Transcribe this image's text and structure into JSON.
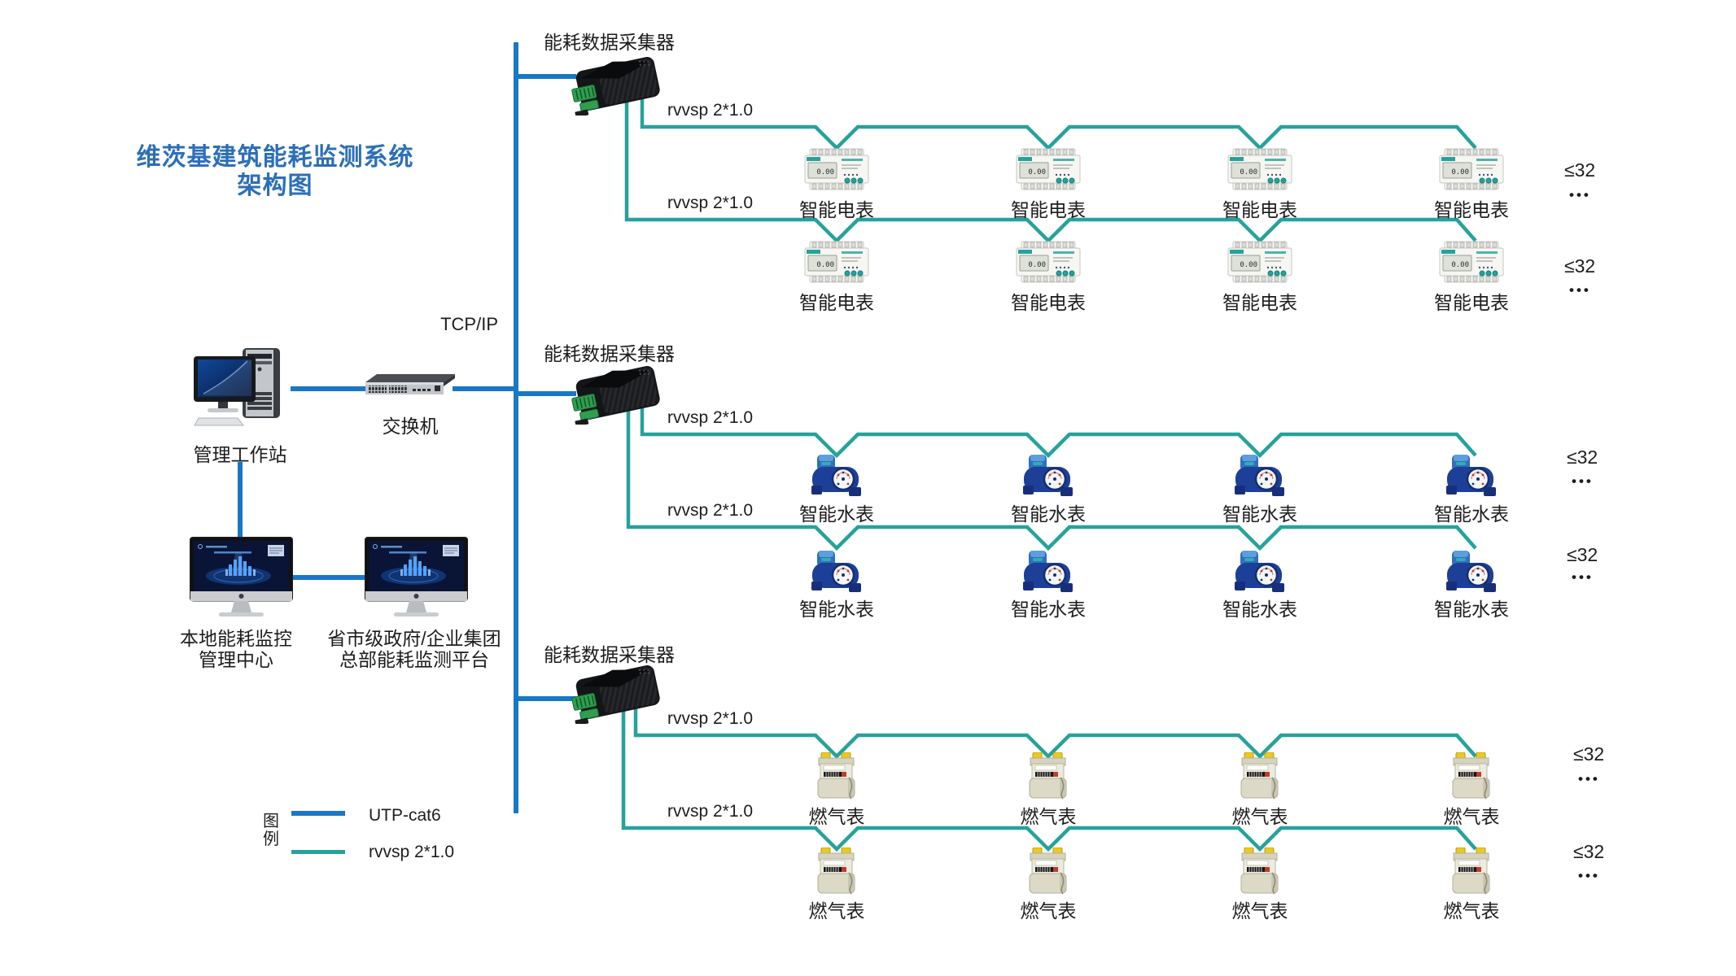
{
  "title": {
    "line1": "维茨基建筑能耗监测系统",
    "line2": "架构图"
  },
  "network": {
    "protocol_label": "TCP/IP"
  },
  "nodes": {
    "workstation": {
      "label": "管理工作站"
    },
    "switch": {
      "label": "交换机"
    },
    "local_center": {
      "line1": "本地能耗监控",
      "line2": "管理中心"
    },
    "hq_platform": {
      "line1": "省市级政府/企业集团",
      "line2": "总部能耗监测平台"
    }
  },
  "collector": {
    "label": "能耗数据采集器"
  },
  "bus": {
    "cable_label": "rvvsp 2*1.0"
  },
  "meter_display_value": "0.00",
  "groups": [
    {
      "id": "electric-meters",
      "collector_label": "能耗数据采集器",
      "cable_label": "rvvsp 2*1.0",
      "meter_label": "智能电表",
      "meter_type": "electric",
      "visible_meters_per_row": 4,
      "rows": [
        {
          "capacity_label": "≤32",
          "more_indicator": "•••"
        },
        {
          "capacity_label": "≤32",
          "more_indicator": "•••"
        }
      ]
    },
    {
      "id": "water-meters",
      "collector_label": "能耗数据采集器",
      "cable_label": "rvvsp 2*1.0",
      "meter_label": "智能水表",
      "meter_type": "water",
      "visible_meters_per_row": 4,
      "rows": [
        {
          "capacity_label": "≤32",
          "more_indicator": "•••"
        },
        {
          "capacity_label": "≤32",
          "more_indicator": "•••"
        }
      ]
    },
    {
      "id": "gas-meters",
      "collector_label": "能耗数据采集器",
      "cable_label": "rvvsp 2*1.0",
      "meter_label": "燃气表",
      "meter_type": "gas",
      "visible_meters_per_row": 4,
      "rows": [
        {
          "capacity_label": "≤32",
          "more_indicator": "•••"
        },
        {
          "capacity_label": "≤32",
          "more_indicator": "•••"
        }
      ]
    }
  ],
  "legend": {
    "title_vertical": "图例",
    "items": [
      {
        "label": "UTP-cat6",
        "color": "#1878c6"
      },
      {
        "label": "rvvsp 2*1.0",
        "color": "#25a29b"
      }
    ]
  },
  "colors": {
    "utp_blue": "#1878c6",
    "rvvsp_teal": "#25a29b",
    "title_blue": "#2c6fb7",
    "text": "#1d1d1d"
  }
}
